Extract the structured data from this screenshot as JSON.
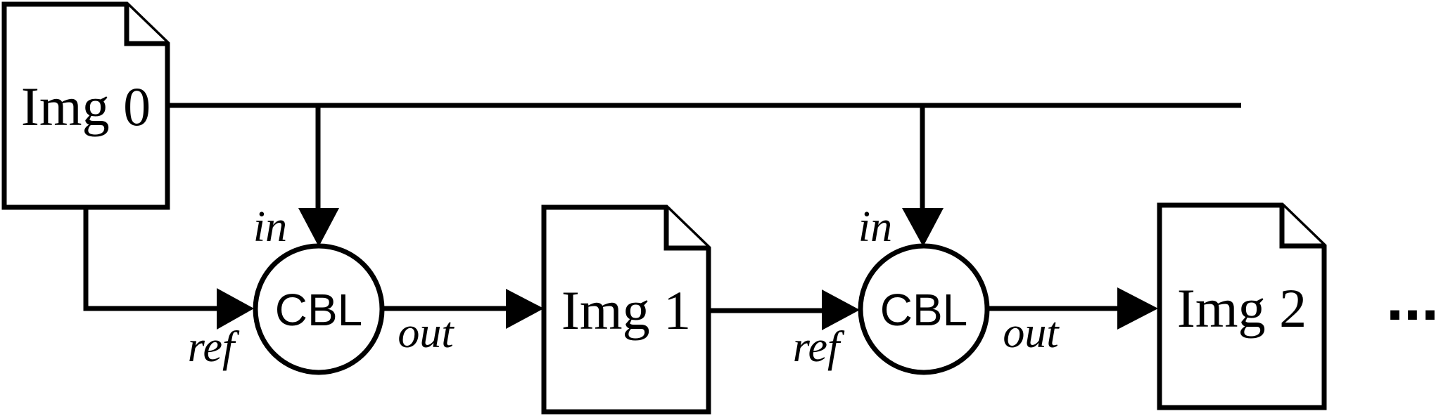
{
  "documents": [
    {
      "label": "Img 0"
    },
    {
      "label": "Img 1"
    },
    {
      "label": "Img 2"
    }
  ],
  "nodes": [
    {
      "label": "CBL",
      "in_label": "in",
      "ref_label": "ref",
      "out_label": "out"
    },
    {
      "label": "CBL",
      "in_label": "in",
      "ref_label": "ref",
      "out_label": "out"
    }
  ],
  "continuation": "..."
}
